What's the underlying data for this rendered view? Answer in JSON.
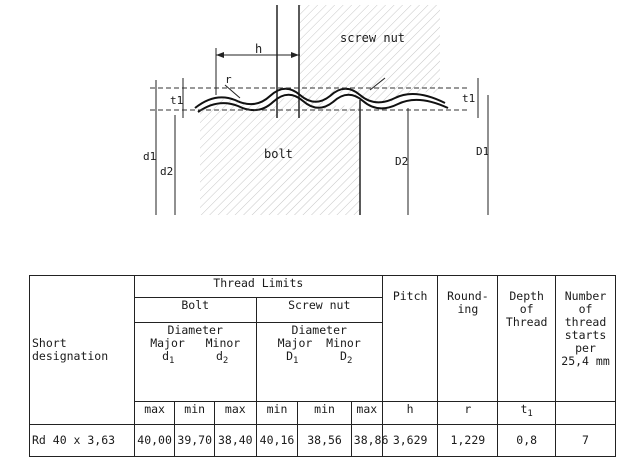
{
  "diagram": {
    "labels": {
      "screw_nut": "screw nut",
      "bolt": "bolt",
      "h": "h",
      "r": "r",
      "t1": "t1",
      "d1": "d1",
      "d2": "d2",
      "D1": "D1",
      "D2": "D2"
    }
  },
  "table": {
    "short_designation": "Short designation",
    "thread_limits": "Thread Limits",
    "bolt": "Bolt",
    "screw_nut": "Screw  nut",
    "diameter": "Diameter",
    "major": "Major",
    "minor": "Minor",
    "d1": "d",
    "d1_sub": "1",
    "d2": "d",
    "d2_sub": "2",
    "D1": "D",
    "D1_sub": "1",
    "D2": "D",
    "D2_sub": "2",
    "pitch": "Pitch",
    "rounding": "Round-ing",
    "depth_of_thread": "Depth of Thread",
    "t1": "t",
    "t1_sub": "1",
    "number_of_thread_starts": "Number of thread starts per",
    "per_unit": "25,4 mm",
    "max": "max",
    "min": "min",
    "h": "h",
    "r": "r",
    "row": {
      "designation": "Rd 40 x 3,63",
      "bolt_major_max": "40,00",
      "bolt_major_min": "39,70",
      "bolt_minor_max": "38,40",
      "nut_major_min": "40,16",
      "nut_minor_min": "38,56",
      "nut_minor_max": "38,86",
      "pitch": "3,629",
      "rounding": "1,229",
      "depth": "0,8",
      "starts": "7"
    }
  }
}
